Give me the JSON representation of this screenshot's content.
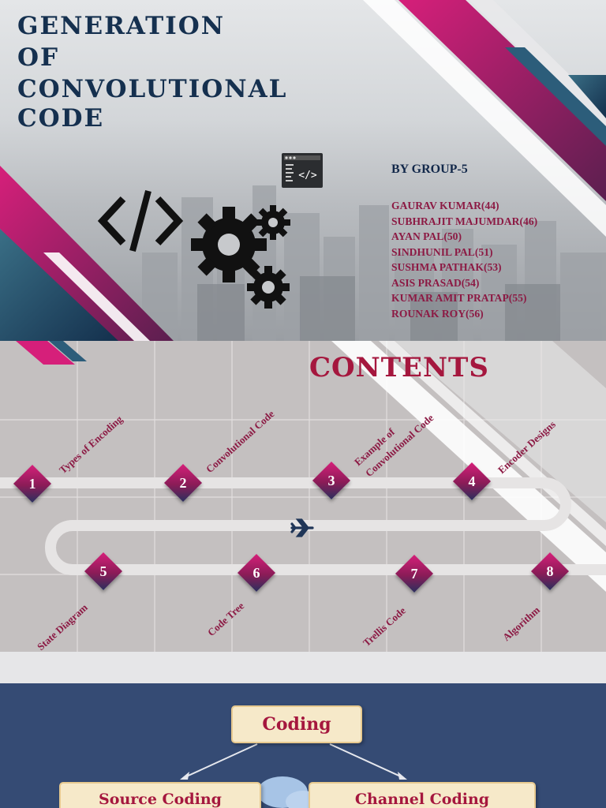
{
  "slide1": {
    "title_lines": [
      "GENERATION",
      "OF",
      "CONVOLUTIONAL",
      "CODE"
    ],
    "by_line": "BY GROUP-5",
    "members": [
      "GAURAV  KUMAR(44)",
      "SUBHRAJIT MAJUMDAR(46)",
      "AYAN PAL(50)",
      "SINDHUNIL PAL(51)",
      "SUSHMA PATHAK(53)",
      "ASIS PRASAD(54)",
      "KUMAR AMIT PRATAP(55)",
      "ROUNAK ROY(56)"
    ],
    "icons": [
      "code-brackets-icon",
      "gears-icon",
      "code-window-icon"
    ]
  },
  "slide2": {
    "title": "CONTENTS",
    "steps": [
      {
        "num": "1",
        "label": "Types of Encoding"
      },
      {
        "num": "2",
        "label": "Convolutional Code"
      },
      {
        "num": "3",
        "label_line1": "Example of",
        "label_line2": "Convolutional Code"
      },
      {
        "num": "4",
        "label": "Encoder Designs"
      },
      {
        "num": "5",
        "label": "State Diagram"
      },
      {
        "num": "6",
        "label": "Code Tree"
      },
      {
        "num": "7",
        "label": "Trellis Code"
      },
      {
        "num": "8",
        "label": "Algorithm"
      }
    ],
    "icons": [
      "airplane-icon"
    ]
  },
  "slide3": {
    "root": "Coding",
    "children": [
      "Source Coding",
      "Channel Coding"
    ]
  },
  "colors": {
    "navy": "#15304f",
    "magenta": "#a5173e",
    "accent_pink": "#d61f7a",
    "slide3_bg": "#354b74"
  }
}
